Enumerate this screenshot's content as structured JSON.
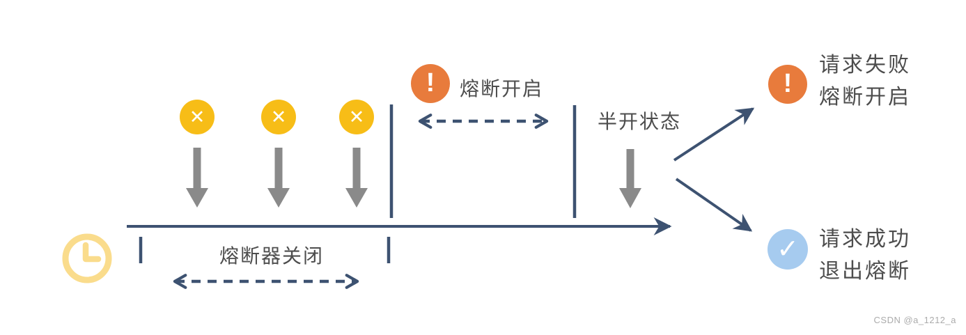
{
  "diagram": {
    "labels": {
      "closed": "熔断器关闭",
      "open": "熔断开启",
      "half_open": "半开状态"
    },
    "outcomes": {
      "failure": {
        "line1": "请求失败",
        "line2": "熔断开启"
      },
      "success": {
        "line1": "请求成功",
        "line2": "退出熔断"
      }
    },
    "icons": {
      "fail_x": "✕",
      "alert": "!",
      "check": "✓",
      "clock": "clock-face"
    },
    "colors": {
      "timeline_navy": "#3D5271",
      "fail_yellow": "#F7BD17",
      "alert_orange": "#E87B3C",
      "success_blue": "#A6CBEF",
      "clock_pale_yellow": "#FADC8C",
      "request_arrow_gray": "#8A8A8A",
      "label_text": "#4D4D4D"
    }
  },
  "watermark": "CSDN @a_1212_a"
}
